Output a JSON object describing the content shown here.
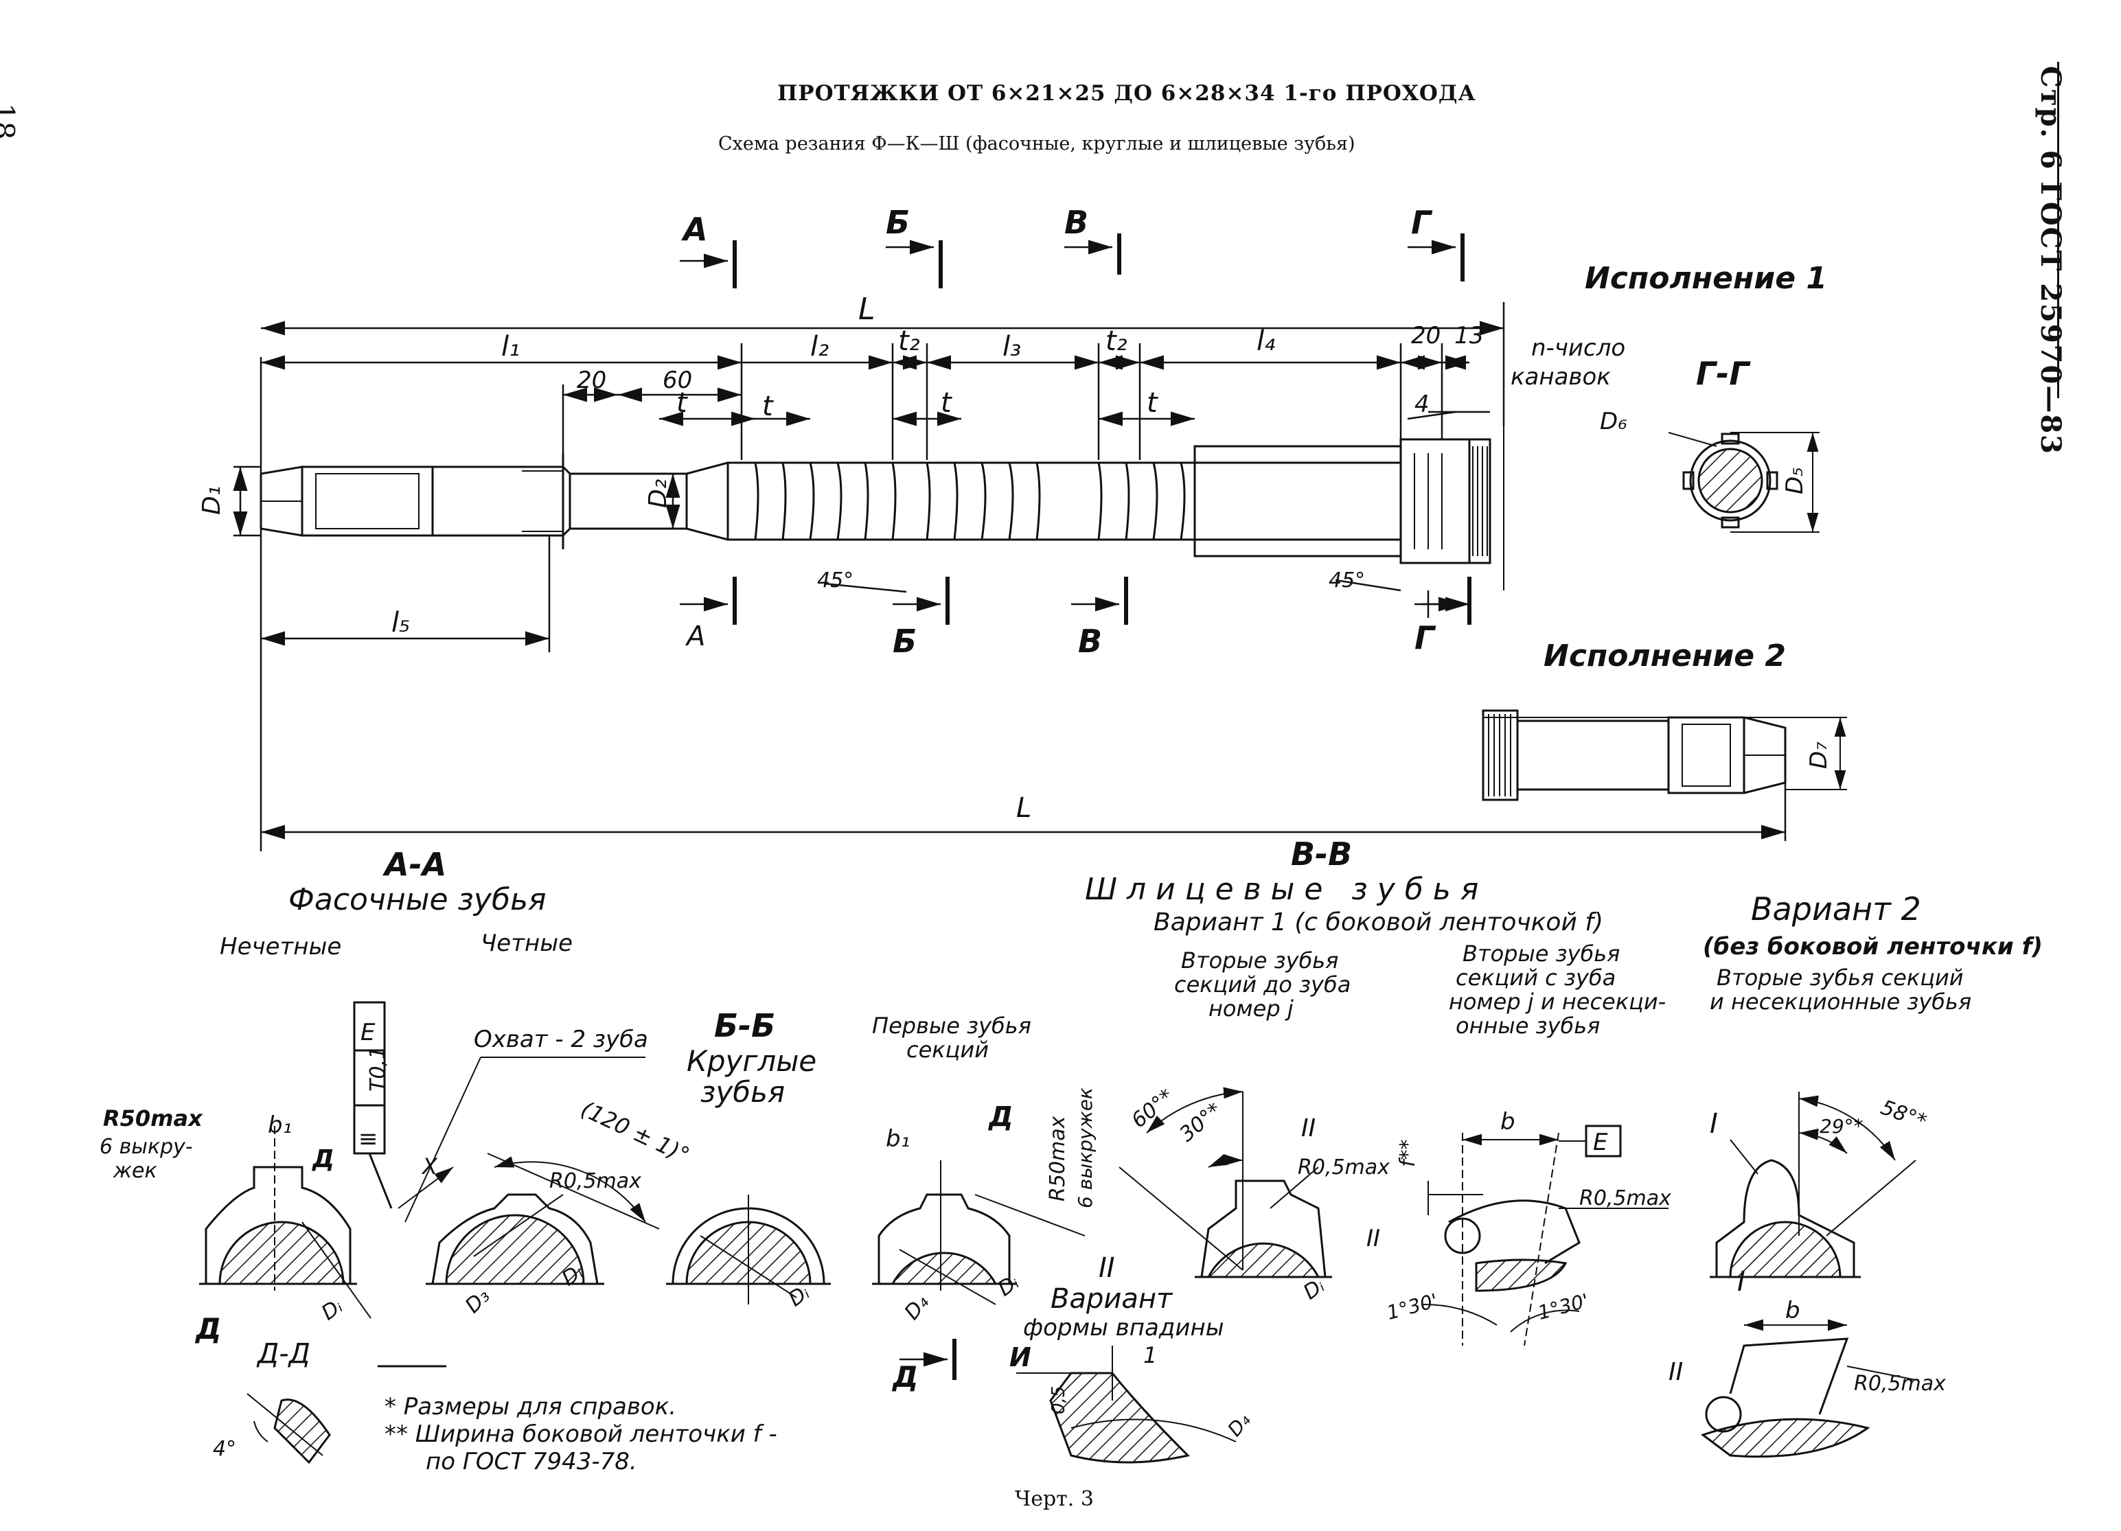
{
  "page_number": "18",
  "side_header": "Стр. 6 ГОСТ 25970—83",
  "title": "ПРОТЯЖКИ ОТ 6×21×25 ДО 6×28×34 1-го ПРОХОДА",
  "subtitle": "Схема резания Ф—К—Ш (фасочные, круглые и шлицевые зубья)",
  "caption": "Черт. 3",
  "version1": "Исполнение 1",
  "version2": "Исполнение 2",
  "section_marks": {
    "a": "А",
    "b": "Б",
    "v": "В",
    "g": "Г"
  },
  "dims": {
    "L": "L",
    "l1": "l₁",
    "l2": "l₂",
    "l3": "l₃",
    "l4": "l₄",
    "l5": "l₅",
    "t": "t",
    "t2": "t₂",
    "d20": "20",
    "d60": "60",
    "d13": "13",
    "d4": "4",
    "D1": "D₁",
    "D2": "D₂",
    "D5": "D₅",
    "D6": "D₆",
    "D7": "D₇",
    "ang45": "45°"
  },
  "grooves_label": [
    "n-число",
    "канавок"
  ],
  "section_gg": "Г-Г",
  "section_aa": {
    "title": "А-А",
    "name": "Фасочные зубья",
    "odd": "Нечетные",
    "even": "Четные"
  },
  "section_bb": {
    "title": "Б-Б",
    "name": [
      "Круглые",
      "зубья"
    ]
  },
  "section_vv": {
    "title": "В-В",
    "name": "Ш л и ц е в ы е   з у б ь я",
    "variant1": "Вариант 1 (с боковой ленточкой f)"
  },
  "variant1_cols": {
    "first": [
      "Первые зубья",
      "секций"
    ],
    "second": [
      "Вторые зубья",
      "секций до зуба",
      "номер j"
    ],
    "third": [
      "Вторые зубья",
      "секций с зуба",
      "номер j и несекци-",
      "онные зубья"
    ]
  },
  "variant2": {
    "title": "Вариант 2",
    "note": "(без боковой ленточки f)",
    "desc": [
      "Вторые зубья секций",
      "и несекционные зубья"
    ]
  },
  "detail_labels": {
    "r50": "R50max",
    "six_cuts": [
      "6 выкру-",
      "жек"
    ],
    "six_cuts_rot": "6 выкружек",
    "b1": "b₁",
    "b": "b",
    "d_mark": "Д",
    "dd": "Д-Д",
    "deg4": "4°",
    "tol": "T0,1",
    "tol_ref": "E",
    "tol_sym": "≡",
    "coverage": "Охват - 2 зуба",
    "ang120": "(120 ± 1)°",
    "r05": "R0,5max",
    "x": "X",
    "D3": "D₃",
    "Di": "Dᵢ",
    "D4": "D₄",
    "ang60": "60°*",
    "ang30": "30°*",
    "ang58": "58°*",
    "ang29": "29°*",
    "roman1": "I",
    "roman2": "II",
    "f_ref": "f**",
    "ang130": "1°30'",
    "groove_variant_title": "II",
    "groove_variant": [
      "Вариант",
      "формы впадины"
    ],
    "i_mark": "И",
    "one": "1",
    "d05": "0,5",
    "D4b": "D₄"
  },
  "notes": [
    "* Размеры для справок.",
    "** Ширина боковой ленточки f -",
    "по ГОСТ 7943-78."
  ]
}
